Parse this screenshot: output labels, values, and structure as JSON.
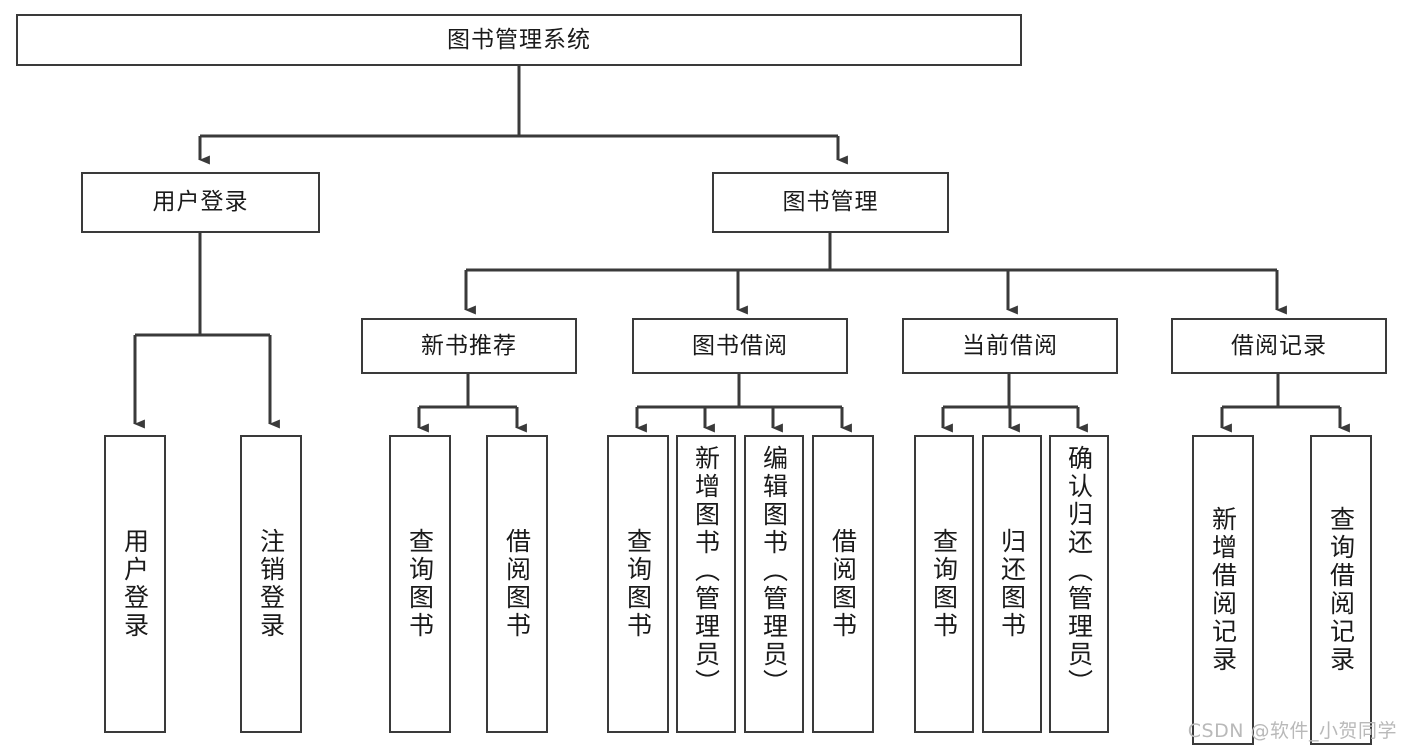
{
  "diagram": {
    "title": "图书管理系统",
    "type": "tree",
    "root": {
      "id": "root",
      "label": "图书管理系统"
    },
    "level2": [
      {
        "id": "user-login",
        "label": "用户登录"
      },
      {
        "id": "book-manage",
        "label": "图书管理"
      }
    ],
    "level3": [
      {
        "id": "new-book-recommend",
        "label": "新书推荐",
        "parent": "book-manage"
      },
      {
        "id": "book-borrow",
        "label": "图书借阅",
        "parent": "book-manage"
      },
      {
        "id": "current-borrow",
        "label": "当前借阅",
        "parent": "book-manage"
      },
      {
        "id": "borrow-record",
        "label": "借阅记录",
        "parent": "book-manage"
      }
    ],
    "leaves": [
      {
        "id": "leaf-user-login",
        "label": "用户登录",
        "parent": "user-login"
      },
      {
        "id": "leaf-user-logout",
        "label": "注销登录",
        "parent": "user-login"
      },
      {
        "id": "leaf-query-book-1",
        "label": "查询图书",
        "parent": "new-book-recommend"
      },
      {
        "id": "leaf-borrow-book-1",
        "label": "借阅图书",
        "parent": "new-book-recommend"
      },
      {
        "id": "leaf-query-book-2",
        "label": "查询图书",
        "parent": "book-borrow"
      },
      {
        "id": "leaf-add-book",
        "label": "新增图书（管理员）",
        "parent": "book-borrow"
      },
      {
        "id": "leaf-edit-book",
        "label": "编辑图书（管理员）",
        "parent": "book-borrow"
      },
      {
        "id": "leaf-borrow-book-2",
        "label": "借阅图书",
        "parent": "book-borrow"
      },
      {
        "id": "leaf-query-book-3",
        "label": "查询图书",
        "parent": "current-borrow"
      },
      {
        "id": "leaf-return-book",
        "label": "归还图书",
        "parent": "current-borrow"
      },
      {
        "id": "leaf-confirm-return",
        "label": "确认归还（管理员）",
        "parent": "current-borrow"
      },
      {
        "id": "leaf-add-record",
        "label": "新增借阅记录",
        "parent": "borrow-record"
      },
      {
        "id": "leaf-query-record",
        "label": "查询借阅记录",
        "parent": "borrow-record"
      }
    ],
    "colors": {
      "stroke": "#3a3a3a",
      "box_fill": "#ffffff",
      "text": "#1a1a1a",
      "watermark": "#b9b9b9",
      "background": "#ffffff"
    }
  },
  "watermark": {
    "text": "CSDN @软件_小贺同学"
  }
}
